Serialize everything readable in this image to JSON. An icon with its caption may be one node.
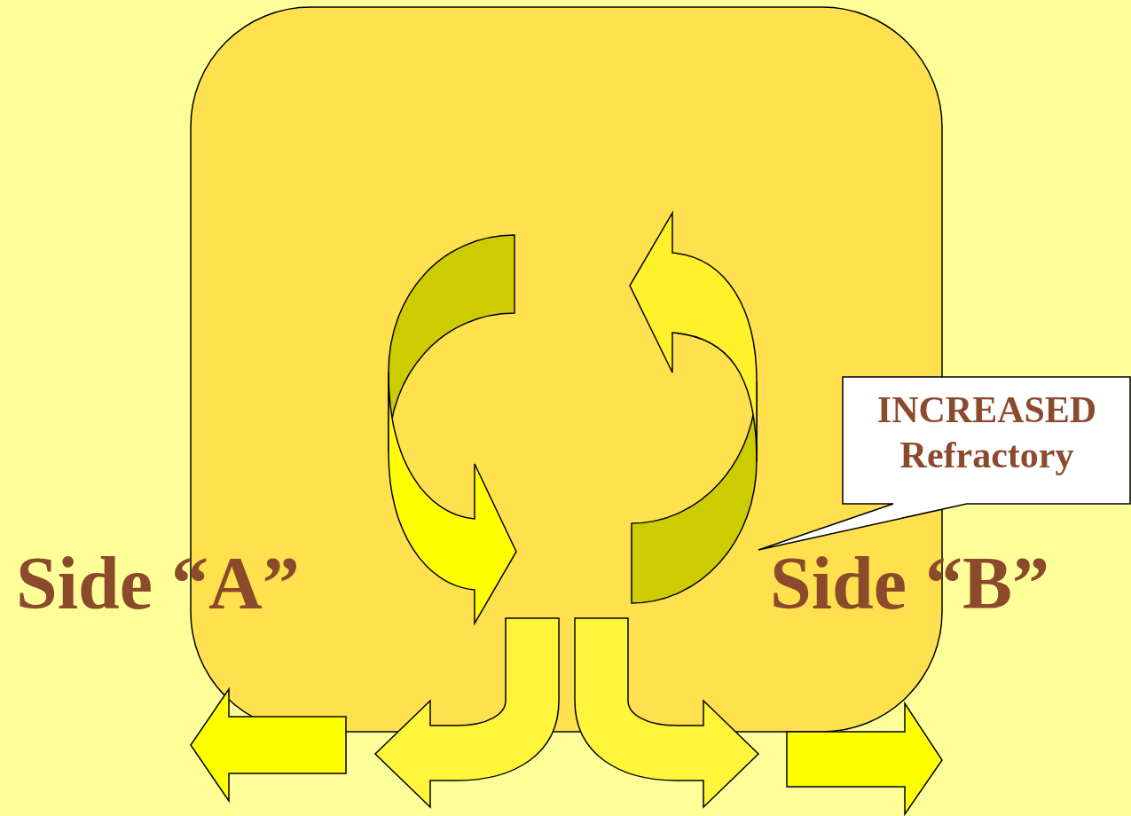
{
  "diagram": {
    "nodes": [
      {
        "text": [
          "INCREASED Refractory"
        ]
      }
    ],
    "labels": [
      "Side “A”",
      "Side “B”"
    ]
  }
}
